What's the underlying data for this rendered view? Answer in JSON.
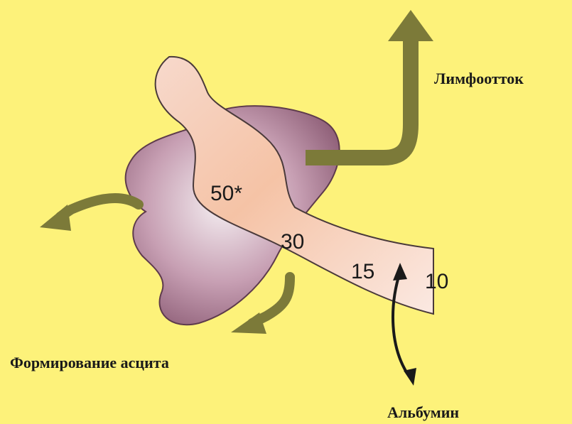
{
  "colors": {
    "background": "#fdf27a",
    "liver": "#a06f8a",
    "vessel": "#f6d6c8",
    "arrow": "#7c7a39"
  },
  "labels": {
    "lymph_outflow": "Лимфоотток",
    "ascites_formation": "Формирование асцита",
    "albumin": "Альбумин"
  },
  "values": {
    "sinusoid_center": "50*",
    "mid_vessel": "30",
    "distal_vessel": "15",
    "outer": "10"
  }
}
